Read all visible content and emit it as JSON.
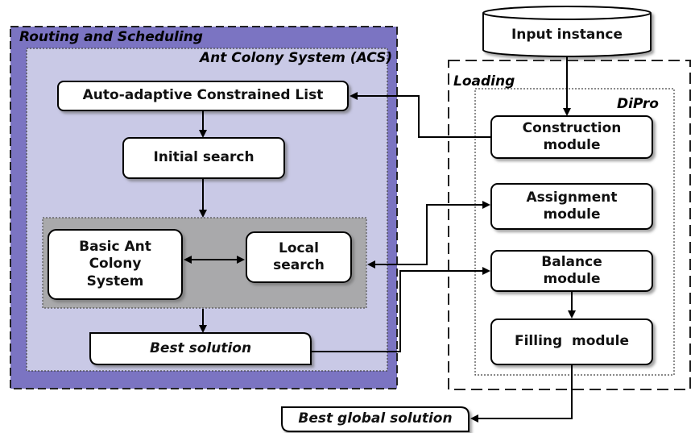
{
  "routing_group": {
    "title": "Routing and Scheduling"
  },
  "acs_group": {
    "title": "Ant Colony System (ACS)"
  },
  "loading_group": {
    "title": "Loading"
  },
  "dipro_group": {
    "title": "DiPro"
  },
  "nodes": {
    "input_instance": "Input instance",
    "constrained_list": "Auto-adaptive Constrained List",
    "initial_search": "Initial search",
    "basic_acs": [
      "Basic Ant",
      "Colony",
      "System"
    ],
    "local_search": [
      "Local",
      "search"
    ],
    "best_solution": "Best solution",
    "construction": [
      "Construction",
      "module"
    ],
    "assignment": [
      "Assignment",
      "module"
    ],
    "balance": [
      "Balance",
      "module"
    ],
    "filling": "Filling  module",
    "best_global": "Best global solution"
  },
  "colors": {
    "routing_fill": "#7b74c2",
    "acs_fill": "#c9c9e6",
    "inner_fill": "#a9a9ab",
    "box_fill": "#ffffff",
    "line": "#000000"
  }
}
